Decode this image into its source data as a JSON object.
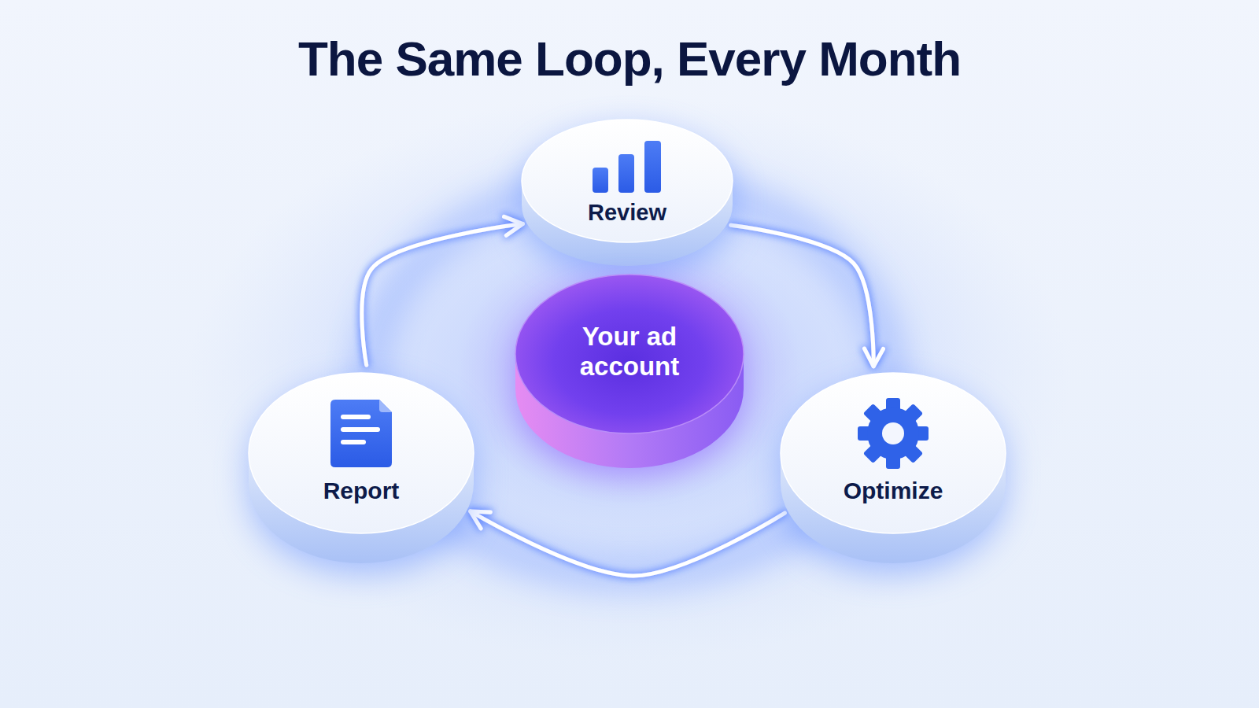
{
  "diagram": {
    "title": "The Same Loop, Every Month",
    "nodes": [
      {
        "text": [
          "Review"
        ]
      },
      {
        "text": [
          "Your ad account"
        ]
      },
      {
        "text": [
          "Report"
        ]
      },
      {
        "text": [
          "Optimize"
        ]
      }
    ],
    "edges": [
      {
        "from": 0,
        "to": 3,
        "arrow": "to"
      },
      {
        "from": 3,
        "to": 2,
        "arrow": "to"
      },
      {
        "from": 2,
        "to": 0,
        "arrow": "to"
      }
    ]
  }
}
